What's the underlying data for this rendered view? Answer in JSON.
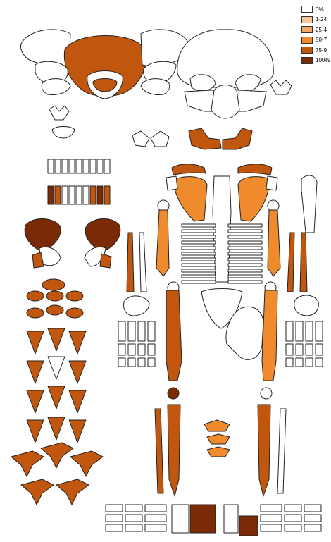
{
  "legend": {
    "items": [
      {
        "label": "0%",
        "color": "#ffffff"
      },
      {
        "label": "1-24",
        "color": "#f6c79a"
      },
      {
        "label": "25-4",
        "color": "#f3a865"
      },
      {
        "label": "50-7",
        "color": "#ef8b2c"
      },
      {
        "label": "75-9",
        "color": "#c1560f"
      },
      {
        "label": "100%",
        "color": "#7a2b06"
      }
    ]
  },
  "colors": {
    "outline": "#222222",
    "none": "#ffffff",
    "light": "#f6c79a",
    "mid": "#f3a865",
    "orange": "#ef8b2c",
    "rust": "#c1560f",
    "dark": "#7a2b06"
  }
}
